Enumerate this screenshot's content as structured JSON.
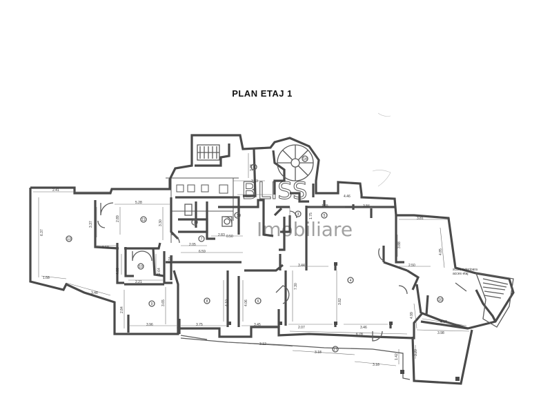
{
  "title": "PLAN ETAJ 1",
  "watermark": {
    "line1": "BLISS",
    "line2": "Imobiliare"
  },
  "annotation": {
    "line1": "scara exterioara",
    "line2": "acces etaj"
  },
  "rooms": [
    "1",
    "2",
    "3",
    "4",
    "5",
    "6",
    "7",
    "8",
    "9",
    "10",
    "11",
    "12",
    "13",
    "14",
    "15",
    "16",
    "17"
  ],
  "dimensions": [
    "2.41",
    "5.28",
    "3.37",
    "2.89",
    "3.30",
    "6.37",
    "1.58",
    "1.68",
    "3.48",
    "4.08",
    "2.21",
    "2.64",
    "2.84",
    "3.96",
    "3.65",
    "3.75",
    "4.10",
    "3.45",
    "4.06",
    "1.74",
    "2.05",
    "0.50",
    "2.83",
    "6.59",
    "4.46",
    "3.53",
    "3.78",
    "1.75",
    "1.65",
    "3.84",
    "3.81",
    "4.85",
    "3.88",
    "2.50",
    "3.44",
    "7.30",
    "3.82",
    "3.46",
    "2.07",
    "6.78",
    "4.17",
    "3.98",
    "3.12",
    "3.18",
    "1.42",
    "3.20",
    "4.99"
  ]
}
